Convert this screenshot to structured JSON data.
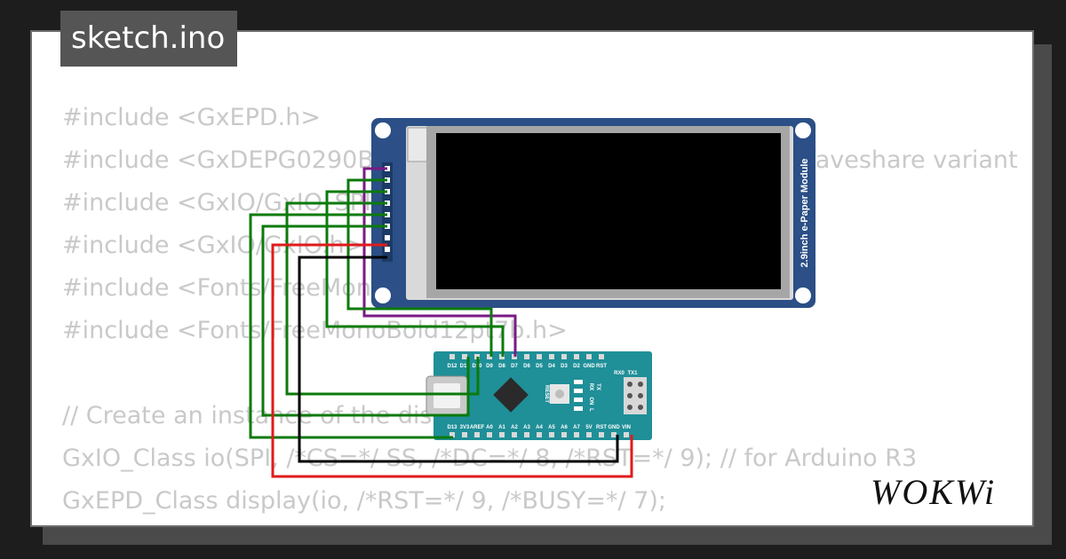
{
  "file_tab": {
    "name": "sketch.ino"
  },
  "code_lines": [
    "#include <GxEPD.h>",
    "#include <GxDEPG0290BS/GxDEPG0290BS.h>    // 2.9\" b/w Waveshare variant",
    "#include <GxIO/GxIO_SPI/GxIO_SPI.h>",
    "#include <GxIO/GxIO.h>",
    "#include <Fonts/FreeMonoBold9pt7b.h>",
    "#include <Fonts/FreeMonoBold12pt7b.h>",
    "",
    "// Create an instance of the display",
    "GxIO_Class io(SPI, /*CS=*/ SS, /*DC=*/ 8, /*RST=*/ 9); // for Arduino R3",
    "GxEPD_Class display(io, /*RST=*/ 9, /*BUSY=*/ 7);"
  ],
  "epaper": {
    "label": "2.9inch e-Paper Module",
    "board_color": "#2b4f86",
    "screen_color": "#000000"
  },
  "arduino": {
    "board_color": "#1f8f98",
    "top_pins": [
      "D12",
      "D11",
      "D10",
      "D9",
      "D8",
      "D7",
      "D6",
      "D5",
      "D4",
      "D3",
      "D2",
      "GND",
      "RST"
    ],
    "top_right_labels": [
      "RX0",
      "TX1"
    ],
    "bottom_pins": [
      "D13",
      "3V3",
      "AREF",
      "A0",
      "A1",
      "A2",
      "A3",
      "A4",
      "A5",
      "A6",
      "A7",
      "5V",
      "RST",
      "GND",
      "VIN"
    ],
    "small_labels": [
      "TX",
      "RX",
      "ON",
      "L",
      "RESET"
    ]
  },
  "wires": {
    "colors": {
      "signal": "#0b7a0b",
      "power": "#e01b1b",
      "ground": "#000000",
      "busy": "#7a1a86"
    }
  },
  "logo": {
    "text": "WOKWi"
  }
}
